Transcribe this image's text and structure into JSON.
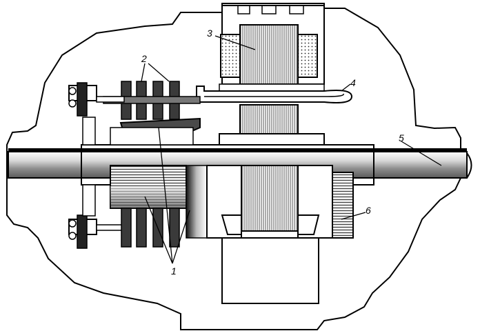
{
  "labels": {
    "l1": "1",
    "l2": "2",
    "l3": "3",
    "l4": "4",
    "l5": "5",
    "l6": "6"
  },
  "colors": {
    "outline": "#000000",
    "background": "#ffffff",
    "dark_fill": "#3a3a3a",
    "mid_fill": "#8a8a8a",
    "light_fill": "#d8d8d8"
  }
}
